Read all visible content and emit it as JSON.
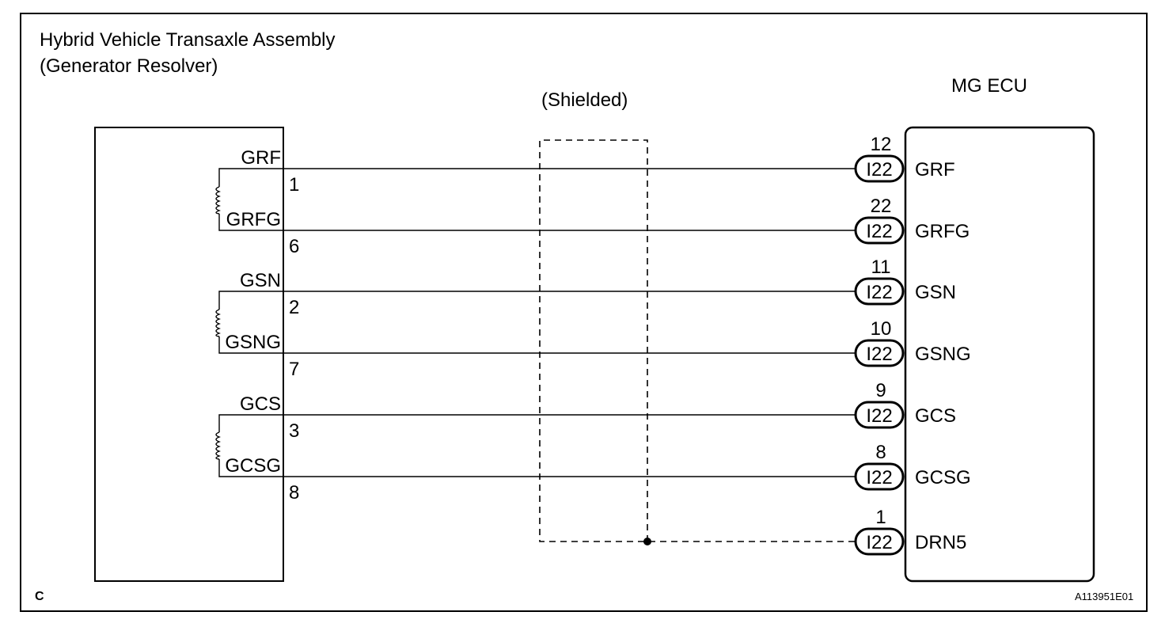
{
  "diagram": {
    "title_line1": "Hybrid Vehicle Transaxle Assembly",
    "title_line2": "(Generator Resolver)",
    "shield_label": "(Shielded)",
    "ecu_label": "MG ECU",
    "corner_mark": "C",
    "figure_id": "A113951E01"
  },
  "left_terminals": [
    {
      "signal": "GRF",
      "pin": "1"
    },
    {
      "signal": "GRFG",
      "pin": "6"
    },
    {
      "signal": "GSN",
      "pin": "2"
    },
    {
      "signal": "GSNG",
      "pin": "7"
    },
    {
      "signal": "GCS",
      "pin": "3"
    },
    {
      "signal": "GCSG",
      "pin": "8"
    }
  ],
  "ecu_terminals": [
    {
      "pin": "12",
      "connector": "I22",
      "signal": "GRF"
    },
    {
      "pin": "22",
      "connector": "I22",
      "signal": "GRFG"
    },
    {
      "pin": "11",
      "connector": "I22",
      "signal": "GSN"
    },
    {
      "pin": "10",
      "connector": "I22",
      "signal": "GSNG"
    },
    {
      "pin": "9",
      "connector": "I22",
      "signal": "GCS"
    },
    {
      "pin": "8",
      "connector": "I22",
      "signal": "GCSG"
    },
    {
      "pin": "1",
      "connector": "I22",
      "signal": "DRN5"
    }
  ]
}
